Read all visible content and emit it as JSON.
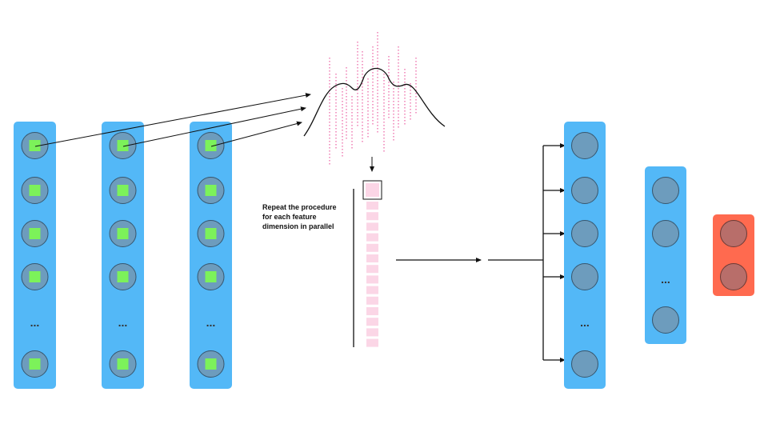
{
  "annotation": {
    "lines": [
      "Repeat the procedure",
      "for each feature",
      "dimension in parallel"
    ]
  },
  "ellipsis": "...",
  "colors": {
    "column": "#53b8f7",
    "column_output": "#ff6a4f",
    "node": "#6d9cbd",
    "node_stroke": "#37566e",
    "feature": "#7cf25a",
    "dotted": "#ef7fb4",
    "pool_cell": "#fbd6e6",
    "arrow": "#111111"
  },
  "icons": {
    "node": "circle-node-icon",
    "feature": "green-square-icon",
    "arrow": "arrow-icon"
  }
}
